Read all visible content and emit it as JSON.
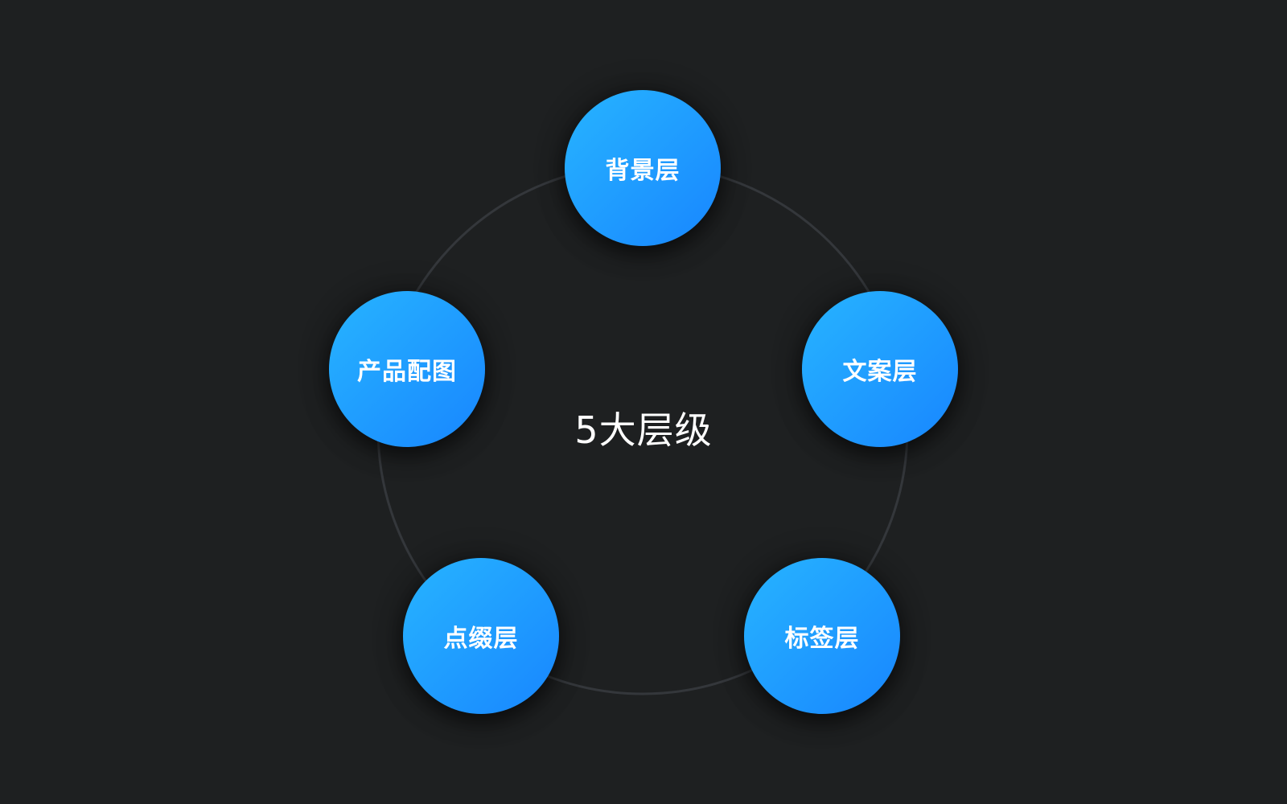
{
  "title": "5大层级",
  "colors": {
    "background": "#1e2021",
    "ring": "#34373b",
    "node_gradient_start": "#27b4ff",
    "node_gradient_end": "#1886ff",
    "text": "#ffffff"
  },
  "nodes": [
    {
      "label": "背景层"
    },
    {
      "label": "文案层"
    },
    {
      "label": "标签层"
    },
    {
      "label": "点缀层"
    },
    {
      "label": "产品配图"
    }
  ]
}
